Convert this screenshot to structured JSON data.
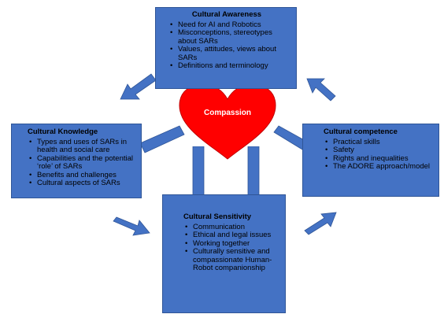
{
  "center": {
    "label": "Compassion"
  },
  "colors": {
    "box_fill": "#4472c4",
    "box_border": "#2f5597",
    "heart": "#ff0000",
    "text": "#000000"
  },
  "awareness": {
    "title": "Cultural Awareness",
    "items": [
      "Need for AI and Robotics",
      "Misconceptions, stereotypes about SARs",
      "Values, attitudes, views about SARs",
      "Definitions and terminology"
    ]
  },
  "knowledge": {
    "title": "Cultural Knowledge",
    "items": [
      "Types and uses of SARs in health and social care",
      "Capabilities and the potential ‘role’ of SARs",
      "Benefits and challenges",
      "Cultural aspects of SARs"
    ]
  },
  "competence": {
    "title": "Cultural competence",
    "items": [
      "Practical skills",
      "Safety",
      "Rights and inequalities",
      "The ADORE approach/model"
    ]
  },
  "sensitivity": {
    "title": "Cultural Sensitivity",
    "items": [
      "Communication",
      "Ethical and legal issues",
      "Working together",
      "Culturally sensitive and compassionate Human-Robot companionship"
    ]
  },
  "icons": {
    "heart": "heart-icon",
    "arrow": "arrow-icon"
  }
}
